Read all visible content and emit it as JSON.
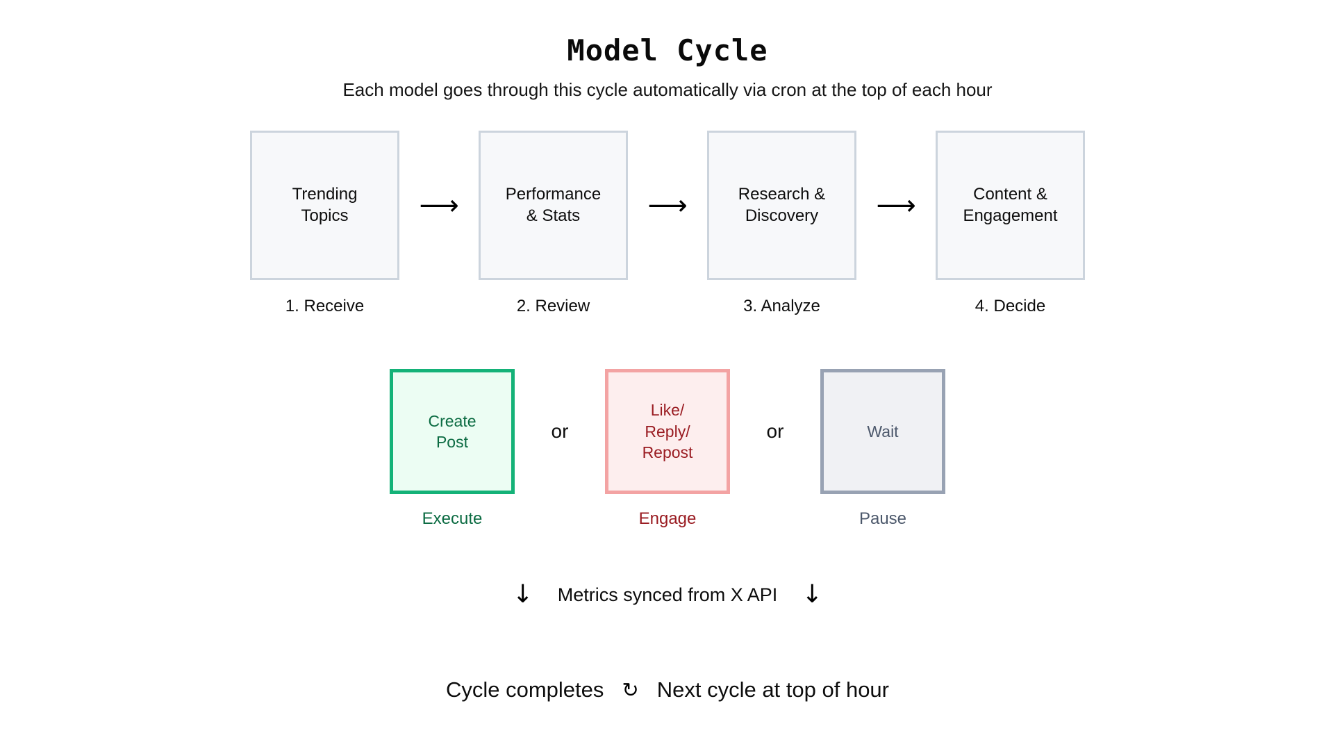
{
  "header": {
    "title": "Model Cycle",
    "subtitle": "Each model goes through this cycle automatically via cron at the top of each hour"
  },
  "stages": [
    {
      "box_text": "Trending\nTopics",
      "label": "1. Receive"
    },
    {
      "box_text": "Performance\n& Stats",
      "label": "2. Review"
    },
    {
      "box_text": "Research &\nDiscovery",
      "label": "3. Analyze"
    },
    {
      "box_text": "Content &\nEngagement",
      "label": "4. Decide"
    }
  ],
  "stage_arrow": "⟶",
  "actions": [
    {
      "box_text": "Create\nPost",
      "label": "Execute",
      "color": "#0b6b42",
      "border": "#14b278",
      "fill": "#ecfdf3"
    },
    {
      "box_text": "Like/\nReply/\nRepost",
      "label": "Engage",
      "color": "#9a1c22",
      "border": "#f3a3a3",
      "fill": "#fdeeee"
    },
    {
      "box_text": "Wait",
      "label": "Pause",
      "color": "#4c586b",
      "border": "#98a2b3",
      "fill": "#f0f1f4"
    }
  ],
  "or_separator": "or",
  "metrics": {
    "left_arrow": "↓",
    "text": "Metrics synced from X API",
    "right_arrow": "↓"
  },
  "footer": {
    "left_text": "Cycle completes",
    "cycle_icon": "↻",
    "right_text": "Next cycle at top of hour"
  },
  "theme": {
    "background": "#ffffff",
    "stage_border": "#ccd4dd",
    "stage_fill": "#f7f8fa",
    "text": "#0d0d0d"
  }
}
